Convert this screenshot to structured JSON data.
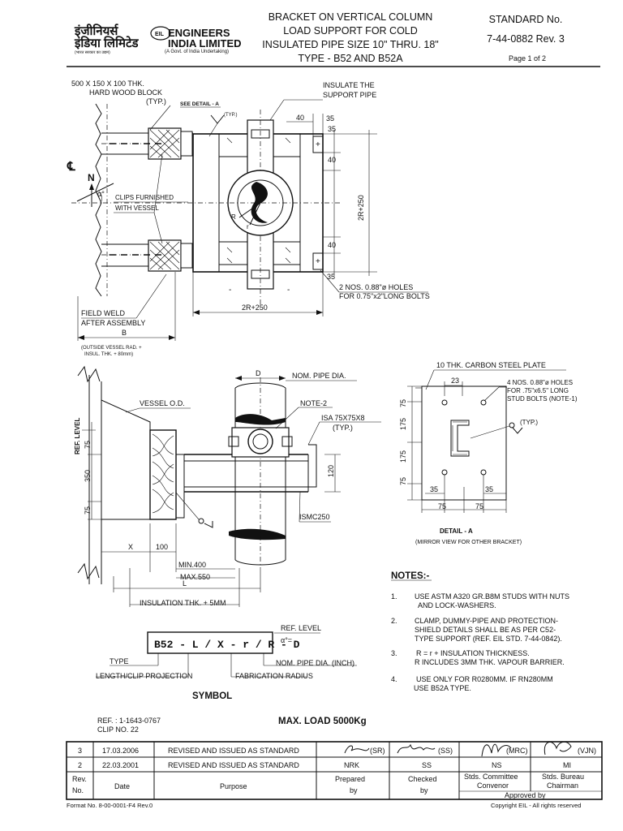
{
  "header": {
    "logo_hindi_line1": "इंजीनियर्स",
    "logo_hindi_line2": "इंडिया लिमिटेड",
    "logo_tagline_hi": "(भारत सरकार का उद्यम)",
    "logo_badge": "EIL",
    "logo_en_line1": "ENGINEERS",
    "logo_en_line2": "INDIA LIMITED",
    "logo_en_tagline": "(A Govt. of India Undertaking)",
    "title_line1": "BRACKET ON VERTICAL COLUMN",
    "title_line2": "LOAD SUPPORT FOR COLD",
    "title_line3": "INSULATED PIPE SIZE 10\" THRU. 18\"",
    "title_line4": "TYPE - B52 AND B52A",
    "standard_label": "STANDARD No.",
    "standard_no": "7-44-0882  Rev. 3",
    "page": "Page 1 of 2"
  },
  "plan_view": {
    "wood_block": "500 X 150 X 100 THK.",
    "wood_block2": "HARD WOOD BLOCK",
    "typ": "(TYP.)",
    "see_detail": "SEE DETAIL - A",
    "typ_small": "(TYP.)",
    "insulate1": "INSULATE THE",
    "insulate2": "SUPPORT PIPE",
    "dim_40a": "40",
    "dim_35a": "35",
    "dim_35b": "35",
    "dim_40b": "40",
    "dim_40c": "40",
    "dim_35c": "35",
    "dim_2r250_v": "2R+250",
    "cl": "℄",
    "north": "N",
    "alpha": "α°",
    "clips1": "CLIPS FURNISHED",
    "clips2": "WITH VESSEL",
    "r_small": "r",
    "r_big": "R",
    "holes1": "2 NOS. 0.88\"ø HOLES",
    "holes2": "FOR 0.75\"x2\"LONG BOLTS",
    "dim_2r250_h": "2R+250",
    "field1": "FIELD WELD",
    "field2": "AFTER ASSEMBLY",
    "dim_b": "B",
    "b_note1": "(OUTSIDE VESSEL RAD. +",
    "b_note2": "INSUL. THK. + 80mm)"
  },
  "elevation": {
    "d": "D",
    "nom_pipe": "NOM. PIPE DIA.",
    "vessel_od": "VESSEL O.D.",
    "note2": "NOTE-2",
    "isa1": "ISA 75X75X8",
    "isa2": "(TYP.)",
    "ref_level": "REF. LEVEL",
    "dim_75a": "75",
    "dim_350": "350",
    "dim_75b": "75",
    "dim_120": "120",
    "ismc": "ISMC250",
    "x": "X",
    "dim_100": "100",
    "min400": "MIN.400",
    "max550": "MAX.550",
    "l": "L",
    "insul": "INSULATION THK. + 5MM"
  },
  "detail_a": {
    "plate": "10 THK. CARBON STEEL PLATE",
    "dim_23": "23",
    "holes1": "4 NOS. 0.88\"ø HOLES",
    "holes2": "FOR .75\"x6.5\" LONG",
    "holes3": "STUD BOLTS (NOTE-1)",
    "typ": "(TYP.)",
    "v75a": "75",
    "v175a": "175",
    "v175b": "175",
    "v75b": "75",
    "h35a": "35",
    "h35b": "35",
    "h75a": "75",
    "h75b": "75",
    "caption": "DETAIL - A",
    "caption2": "(MIRROR VIEW FOR OTHER BRACKET)"
  },
  "symbol": {
    "code": "B52 - L / X - r / R - D",
    "ref_level": "REF. LEVEL",
    "alpha": "α°=",
    "type": "TYPE",
    "length": "LENGTH/CLIP PROJECTION",
    "fab": "FABRICATION RADIUS",
    "nom": "NOM. PIPE DIA. (INCH)",
    "heading": "SYMBOL"
  },
  "notes": {
    "heading": "NOTES:-",
    "items": [
      {
        "num": "1.",
        "l1": "USE ASTM A320 GR.B8M STUDS WITH NUTS",
        "l2": "AND LOCK-WASHERS."
      },
      {
        "num": "2.",
        "l1": "CLAMP, DUMMY-PIPE AND PROTECTION-",
        "l2": "SHIELD DETAILS SHALL BE AS PER C52-",
        "l3": "TYPE SUPPORT (REF. EIL STD. 7-44-0842)."
      },
      {
        "num": "3.",
        "l1": "R = r + INSULATION THICKNESS.",
        "l2": "R INCLUDES 3MM THK. VAPOUR BARRIER."
      },
      {
        "num": "4.",
        "l1": "USE ONLY FOR R0280MM. IF RN280MM",
        "l2": "USE B52A TYPE."
      }
    ]
  },
  "ref": {
    "line1": "REF. : 1-1643-0767",
    "line2": "CLIP NO. 22",
    "max_load": "MAX. LOAD 5000Kg"
  },
  "revisions": [
    {
      "rev": "3",
      "date": "17.03.2006",
      "purpose": "REVISED AND ISSUED AS STANDARD",
      "prep": "(SR)",
      "chk": "(SS)",
      "conv": "(MRC)",
      "chair": "(VJN)"
    },
    {
      "rev": "2",
      "date": "22.03.2001",
      "purpose": "REVISED AND ISSUED AS STANDARD",
      "prep": "NRK",
      "chk": "SS",
      "conv": "NS",
      "chair": "MI"
    }
  ],
  "table_header": {
    "rev1": "Rev.",
    "rev2": "No.",
    "date": "Date",
    "purpose": "Purpose",
    "prep1": "Prepared",
    "prep2": "by",
    "chk1": "Checked",
    "chk2": "by",
    "conv1": "Stds. Committee",
    "conv2": "Convenor",
    "chair1": "Stds. Bureau",
    "chair2": "Chairman",
    "approved": "Approved by"
  },
  "footer": {
    "format": "Format No. 8-00-0001-F4 Rev.0",
    "copyright": "Copyright EIL - All rights reserved"
  }
}
